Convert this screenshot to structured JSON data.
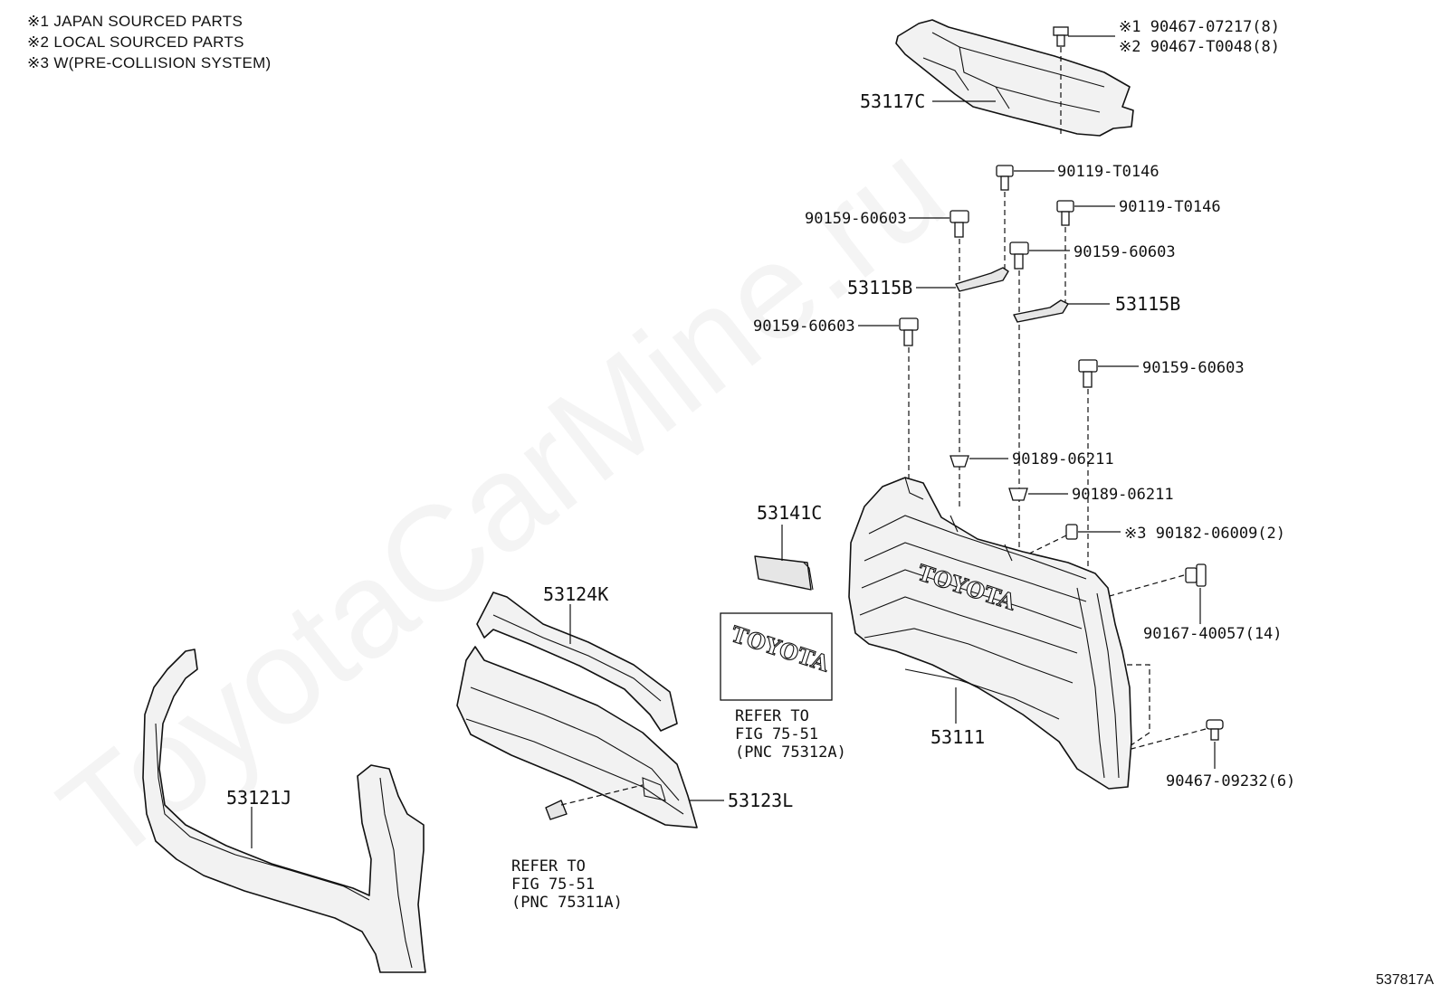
{
  "notes": [
    "※1 JAPAN SOURCED PARTS",
    "※2 LOCAL SOURCED PARTS",
    "※3 W(PRE-COLLISION SYSTEM)"
  ],
  "watermark": "ToyotaCarMine.ru",
  "emblem_text": "TOYOTA",
  "figure_id": "537817A",
  "labels": {
    "p_53117c": "53117C",
    "p_90467_07217": "※1 90467-07217(8)",
    "p_90467_t0048": "※2 90467-T0048(8)",
    "p_90119_t0146_a": "90119-T0146",
    "p_90119_t0146_b": "90119-T0146",
    "p_90159_60603_a": "90159-60603",
    "p_90159_60603_b": "90159-60603",
    "p_90159_60603_c": "90159-60603",
    "p_90159_60603_d": "90159-60603",
    "p_53115b_a": "53115B",
    "p_53115b_b": "53115B",
    "p_90189_06211_a": "90189-06211",
    "p_90189_06211_b": "90189-06211",
    "p_90182_06009": "※3 90182-06009(2)",
    "p_90167_40057": "90167-40057(14)",
    "p_53111": "53111",
    "p_90467_09232": "90467-09232(6)",
    "p_53141c": "53141C",
    "p_53124k": "53124K",
    "p_53123l": "53123L",
    "p_53121j": "53121J"
  },
  "refer_1": [
    "REFER TO",
    "FIG 75-51",
    "(PNC 75312A)"
  ],
  "refer_2": [
    "REFER TO",
    "FIG 75-51",
    "(PNC 75311A)"
  ]
}
